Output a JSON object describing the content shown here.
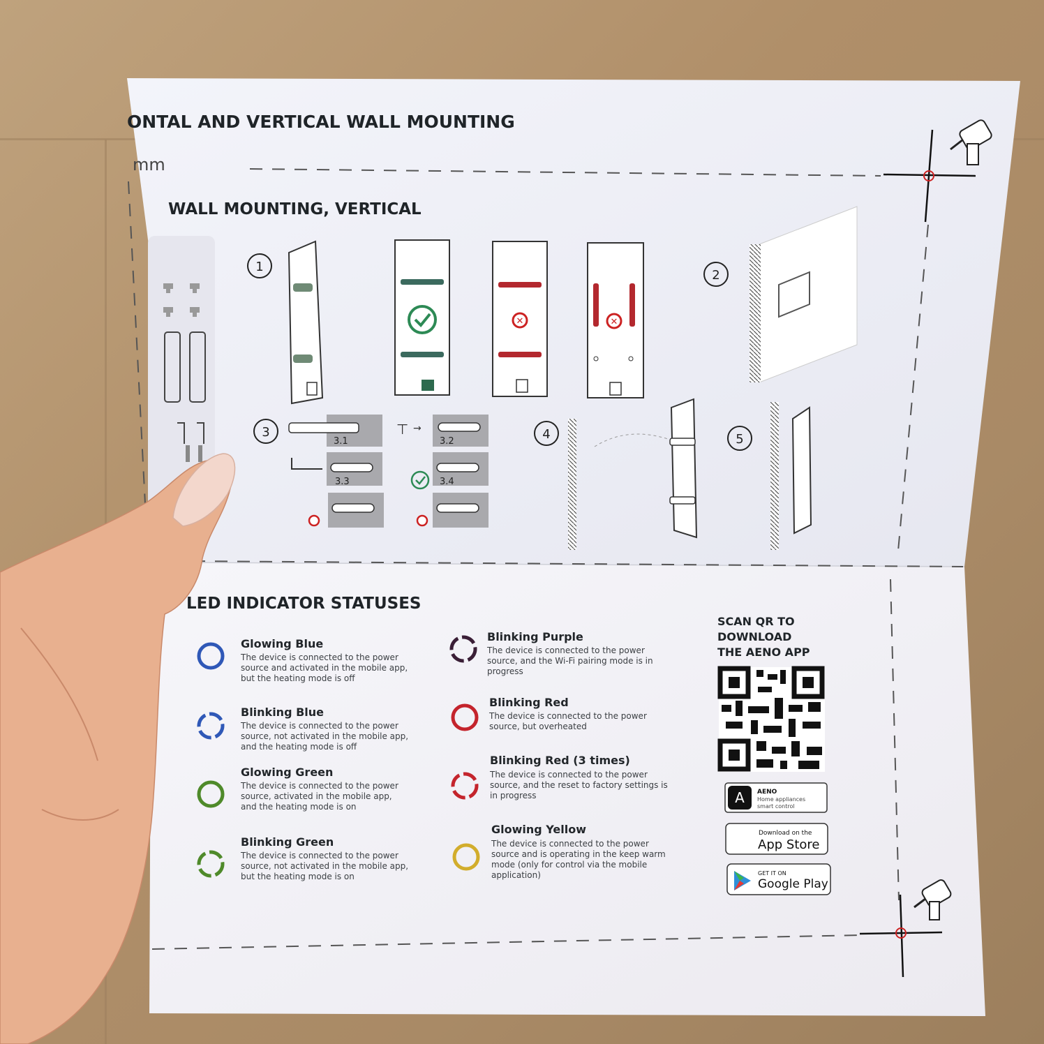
{
  "header": {
    "title": "ONTAL AND VERTICAL WALL MOUNTING",
    "unit": "mm"
  },
  "mounting": {
    "title": "WALL MOUNTING, VERTICAL",
    "steps": [
      "1",
      "2",
      "3",
      "4",
      "5"
    ],
    "substeps": [
      "3.1",
      "3.2",
      "3.3",
      "3.4"
    ]
  },
  "led": {
    "title": "LED INDICATOR STATUSES",
    "left": [
      {
        "name": "Glowing Blue",
        "lines": [
          "The device is connected to the power",
          "source and activated in the mobile app,",
          "but the heating mode is off"
        ],
        "color": "#2f58b7"
      },
      {
        "name": "Blinking Blue",
        "lines": [
          "The device is connected to the power",
          "source, not activated in the mobile app,",
          "and the heating mode is off"
        ],
        "color": "#2f58b7"
      },
      {
        "name": "Glowing Green",
        "lines": [
          "The device is connected to the power",
          "source, activated in the mobile app,",
          "and the heating mode is on"
        ],
        "color": "#4f8a2a"
      },
      {
        "name": "Blinking Green",
        "lines": [
          "The device is connected to the power",
          "source, not activated in the mobile app,",
          "but the heating mode is on"
        ],
        "color": "#4f8a2a"
      }
    ],
    "right": [
      {
        "name": "Blinking Purple",
        "lines": [
          "The device is connected to the power",
          "source, and the Wi-Fi pairing mode is in",
          "progress"
        ],
        "color": "#3a1e36"
      },
      {
        "name": "Blinking Red",
        "lines": [
          "The device is connected to the power",
          "source, but overheated"
        ],
        "color": "#c4242c"
      },
      {
        "name": "Blinking Red (3 times)",
        "lines": [
          "The device is connected to the power",
          "source, and the reset to factory settings is",
          "in progress"
        ],
        "color": "#c4242c"
      },
      {
        "name": "Glowing Yellow",
        "lines": [
          "The device is connected to the power",
          "source and is operating in the keep warm",
          "mode (only for control via the mobile",
          "application)"
        ],
        "color": "#d2ad2c"
      }
    ]
  },
  "app": {
    "scan_lines": [
      "SCAN QR TO",
      "DOWNLOAD",
      "THE AENO APP"
    ],
    "aeno_name": "AENO",
    "aeno_sub1": "Home appliances",
    "aeno_sub2": "smart control",
    "appstore_small": "Download on the",
    "appstore_big": "App Store",
    "gplay_small": "GET IT ON",
    "gplay_big": "Google Play"
  }
}
